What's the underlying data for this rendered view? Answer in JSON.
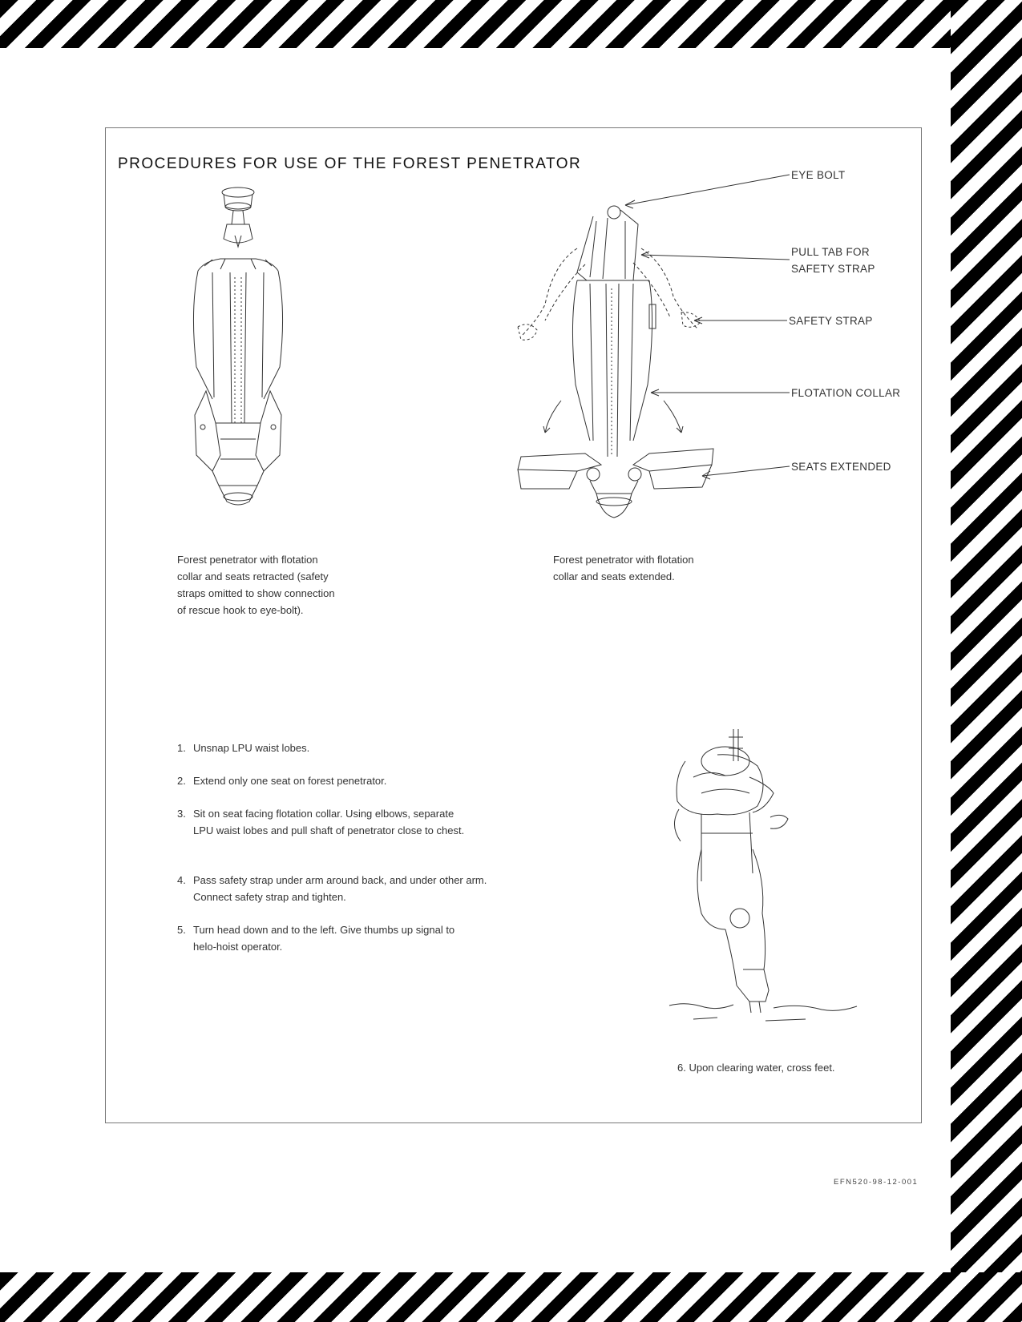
{
  "title": "PROCEDURES FOR USE OF THE FOREST PENETRATOR",
  "figures": {
    "retracted_caption": "Forest penetrator with flotation\ncollar and seats retracted (safety\nstraps omitted to show connection\nof rescue hook to eye-bolt).",
    "extended_caption": "Forest penetrator with flotation\ncollar and seats extended.",
    "callouts": {
      "eye_bolt": "EYE BOLT",
      "pull_tab": "PULL TAB FOR\nSAFETY STRAP",
      "safety_strap": "SAFETY STRAP",
      "flotation_collar": "FLOTATION COLLAR",
      "seats_extended": "SEATS EXTENDED"
    },
    "step6_caption": "6.  Upon clearing water, cross feet."
  },
  "steps": [
    {
      "num": "1.",
      "text": "Unsnap LPU waist lobes."
    },
    {
      "num": "2.",
      "text": "Extend only one seat on forest penetrator."
    },
    {
      "num": "3.",
      "text": "Sit on seat facing flotation collar.  Using elbows, separate LPU waist lobes and pull shaft of penetrator close to chest."
    },
    {
      "num": "4.",
      "text": "Pass safety strap under arm around back, and under other arm.  Connect safety strap and tighten."
    },
    {
      "num": "5.",
      "text": "Turn head down and to the left.  Give thumbs up signal to helo-hoist operator."
    }
  ],
  "doc_code": "EFN520-98-12-001",
  "colors": {
    "stripe": "#000000",
    "frame": "#777777",
    "line_art": "#333333"
  }
}
